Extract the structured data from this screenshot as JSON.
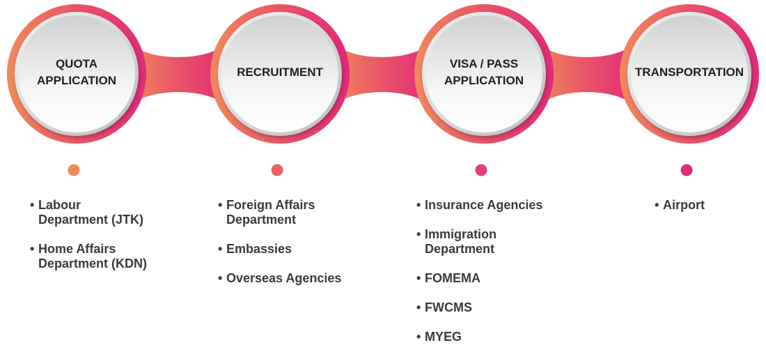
{
  "stages": [
    {
      "title": "QUOTA\nAPPLICATION",
      "color": "#ef8a5c",
      "items": [
        "Labour\nDepartment (JTK)",
        "Home Affairs\nDepartment (KDN)"
      ]
    },
    {
      "title": "RECRUITMENT",
      "color": "#ec6168",
      "items": [
        "Foreign Affairs\nDepartment",
        "Embassies",
        "Overseas Agencies"
      ]
    },
    {
      "title": "VISA / PASS\nAPPLICATION",
      "color": "#e33f74",
      "items": [
        "Insurance Agencies",
        "Immigration\nDepartment",
        "FOMEMA",
        "FWCMS",
        "MYEG"
      ]
    },
    {
      "title": "TRANSPORTATION",
      "color": "#e12c77",
      "items": [
        "Airport"
      ]
    }
  ],
  "colors": {
    "gradient_start": "#f0895a",
    "gradient_mid": "#e95468",
    "gradient_end": "#e22a7a"
  }
}
